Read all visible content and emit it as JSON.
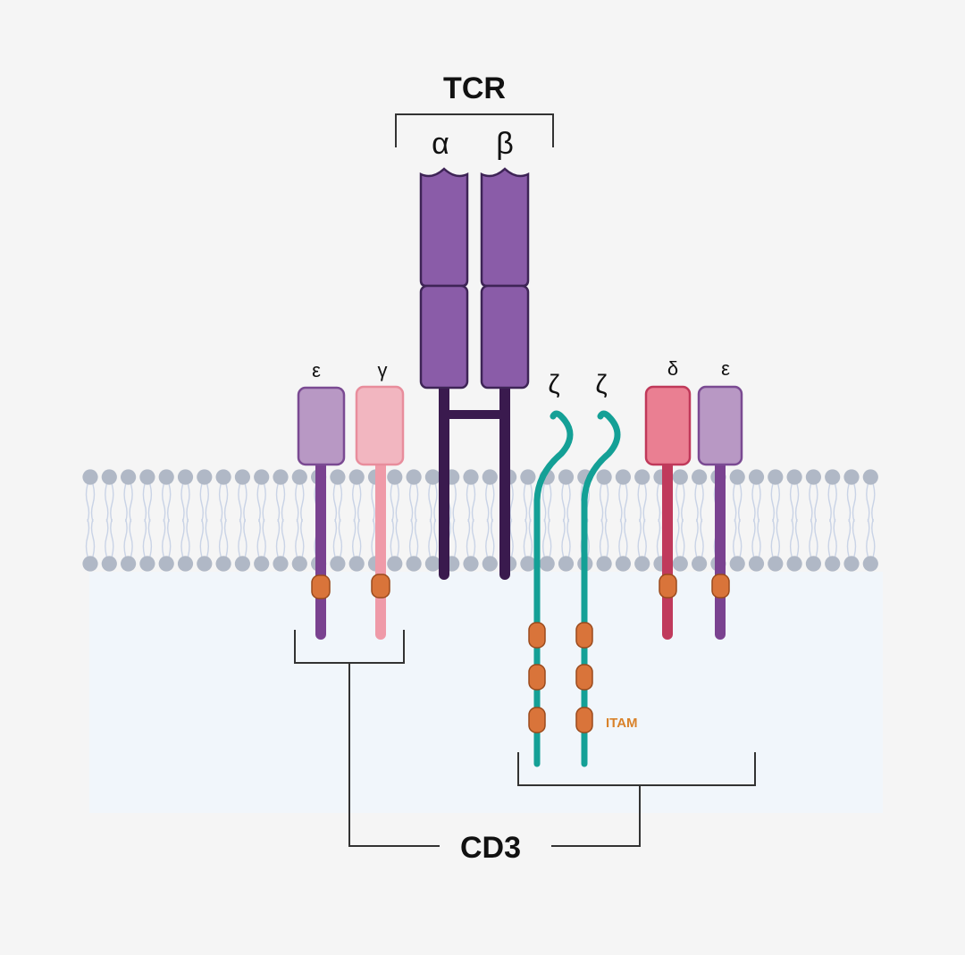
{
  "labels": {
    "tcr": "TCR",
    "alpha": "α",
    "beta": "β",
    "cd3": "CD3",
    "itam": "ITAM",
    "epsilon_left": "ε",
    "gamma": "γ",
    "zeta_1": "ζ",
    "zeta_2": "ζ",
    "delta": "δ",
    "epsilon_right": "ε"
  },
  "colors": {
    "background": "#f5f5f5",
    "cytoplasm": "#f1f6fb",
    "lipid_head": "#b0b8c6",
    "lipid_tail": "#c9d3e6",
    "tcr_chain": "#8a5ca8",
    "tcr_chain_border": "#3e2456",
    "tcr_stalk": "#3a1a4e",
    "epsilon_body": "#b898c4",
    "epsilon_border": "#7a4a92",
    "epsilon_stalk": "#7a4290",
    "gamma_body": "#f2b6c0",
    "gamma_border": "#e88d9c",
    "gamma_stalk": "#ef9aa8",
    "delta_body": "#ea7f92",
    "delta_border": "#c0395a",
    "delta_stalk": "#c03a5c",
    "zeta": "#14a096",
    "itam": "#d9743a",
    "itam_border": "#9a4a1c",
    "itam_text": "#d9822b",
    "bracket": "#333333",
    "text": "#111111"
  }
}
